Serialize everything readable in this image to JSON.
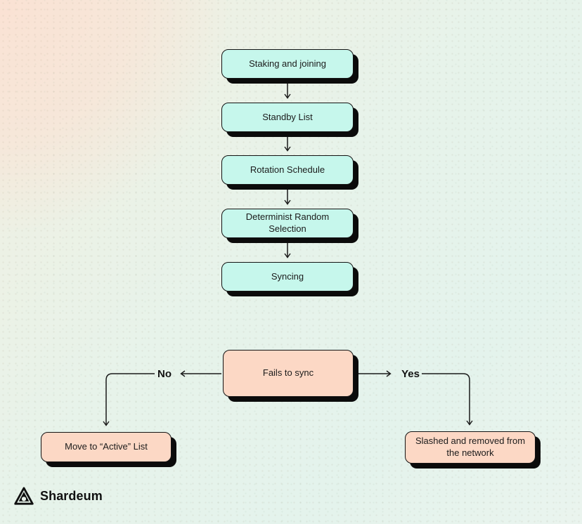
{
  "colors": {
    "process_fill": "#c6f7ec",
    "decision_fill": "#fcd8c5",
    "border": "#141414",
    "shadow": "#0b0b0b",
    "line": "#1a1a1a",
    "background_glow": "#fae2d4",
    "background_base": "#e8f3ec"
  },
  "flowchart": {
    "nodes": [
      {
        "id": "staking",
        "label": "Staking and joining",
        "type": "process"
      },
      {
        "id": "standby",
        "label": "Standby List",
        "type": "process"
      },
      {
        "id": "rotation",
        "label": "Rotation Schedule",
        "type": "process"
      },
      {
        "id": "selection",
        "label": "Determinist Random Selection",
        "type": "process"
      },
      {
        "id": "syncing",
        "label": "Syncing",
        "type": "process"
      },
      {
        "id": "fails",
        "label": "Fails to sync",
        "type": "decision"
      },
      {
        "id": "active",
        "label": "Move to “Active” List",
        "type": "outcome"
      },
      {
        "id": "slashed",
        "label": "Slashed and removed from the network",
        "type": "outcome"
      }
    ],
    "edge_labels": {
      "no": "No",
      "yes": "Yes"
    }
  },
  "footer": {
    "brand": "Shardeum"
  }
}
